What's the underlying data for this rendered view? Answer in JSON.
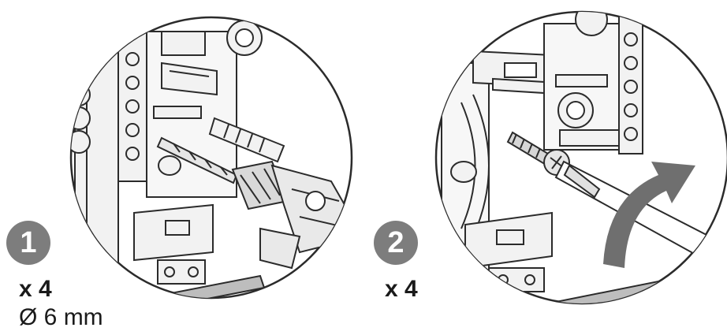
{
  "steps": [
    {
      "number": "1",
      "quantity": "x 4",
      "diameter": "Ø 6 mm",
      "icon": "drill-icon"
    },
    {
      "number": "2",
      "quantity": "x 4",
      "icon": "screwdriver-icon"
    }
  ],
  "colors": {
    "badge": "#7d7d7d",
    "line": "#2b2b2b",
    "fill": "#f2f2f2",
    "arrow": "#6f6f6f",
    "text": "#1a1a1a"
  }
}
